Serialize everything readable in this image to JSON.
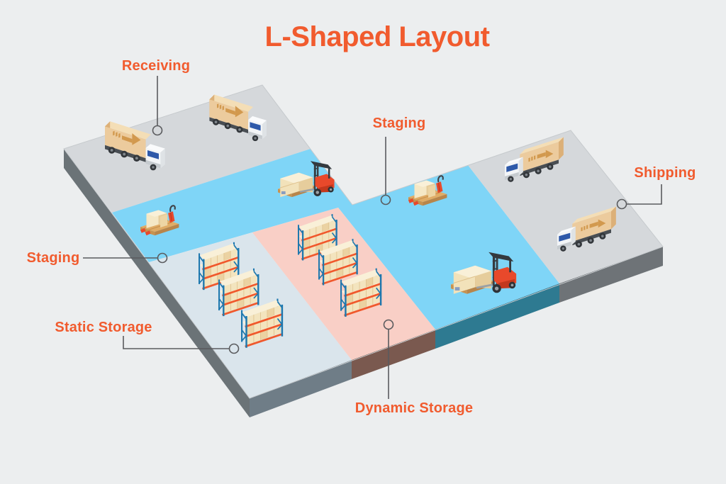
{
  "title": "L-Shaped Layout",
  "labels": {
    "receiving": "Receiving",
    "staging_top": "Staging",
    "shipping": "Shipping",
    "staging_left": "Staging",
    "static_storage": "Static Storage",
    "dynamic_storage": "Dynamic Storage"
  },
  "zones": [
    {
      "id": "receiving",
      "label": "Receiving"
    },
    {
      "id": "staging",
      "label": "Staging"
    },
    {
      "id": "static-storage",
      "label": "Static Storage"
    },
    {
      "id": "dynamic-storage",
      "label": "Dynamic Storage"
    },
    {
      "id": "shipping",
      "label": "Shipping"
    }
  ],
  "colors": {
    "background": "#ECEEEF",
    "accent_orange": "#F15B2E",
    "connector": "#5A5B5E",
    "staging_blue": "#7FD5F7",
    "receiving_gray": "#D5D8DB",
    "shipping_gray": "#D5D8DB",
    "static_storage_fill": "#DAE5EC",
    "dynamic_storage_fill": "#F9CFC6",
    "side_dark": "#6B7377",
    "side_slate": "#6F7D87",
    "side_brown": "#7A594F",
    "side_teal": "#2E7A91",
    "side_gray": "#6E7377",
    "side_light": "#C2C6C9",
    "rack_frame_blue": "#1E78AE",
    "shelf_orange": "#F0592C",
    "box_cream": "#F3E4BE",
    "box_tan": "#E8CD9B",
    "pallet_wood": "#E0AC66",
    "truck_cargo_tan": "#ECCB9D",
    "truck_cab_white": "#F3F5F7",
    "windshield_blue": "#2E59A9",
    "forklift_red": "#E8492B"
  },
  "icons": [
    "delivery-truck-icon",
    "delivery-truck-icon",
    "delivery-truck-icon",
    "delivery-truck-icon",
    "forklift-icon",
    "forklift-icon",
    "pallet-jack-icon",
    "pallet-jack-icon",
    "storage-rack-icon",
    "storage-rack-icon",
    "storage-rack-icon",
    "storage-rack-icon",
    "storage-rack-icon",
    "storage-rack-icon"
  ]
}
